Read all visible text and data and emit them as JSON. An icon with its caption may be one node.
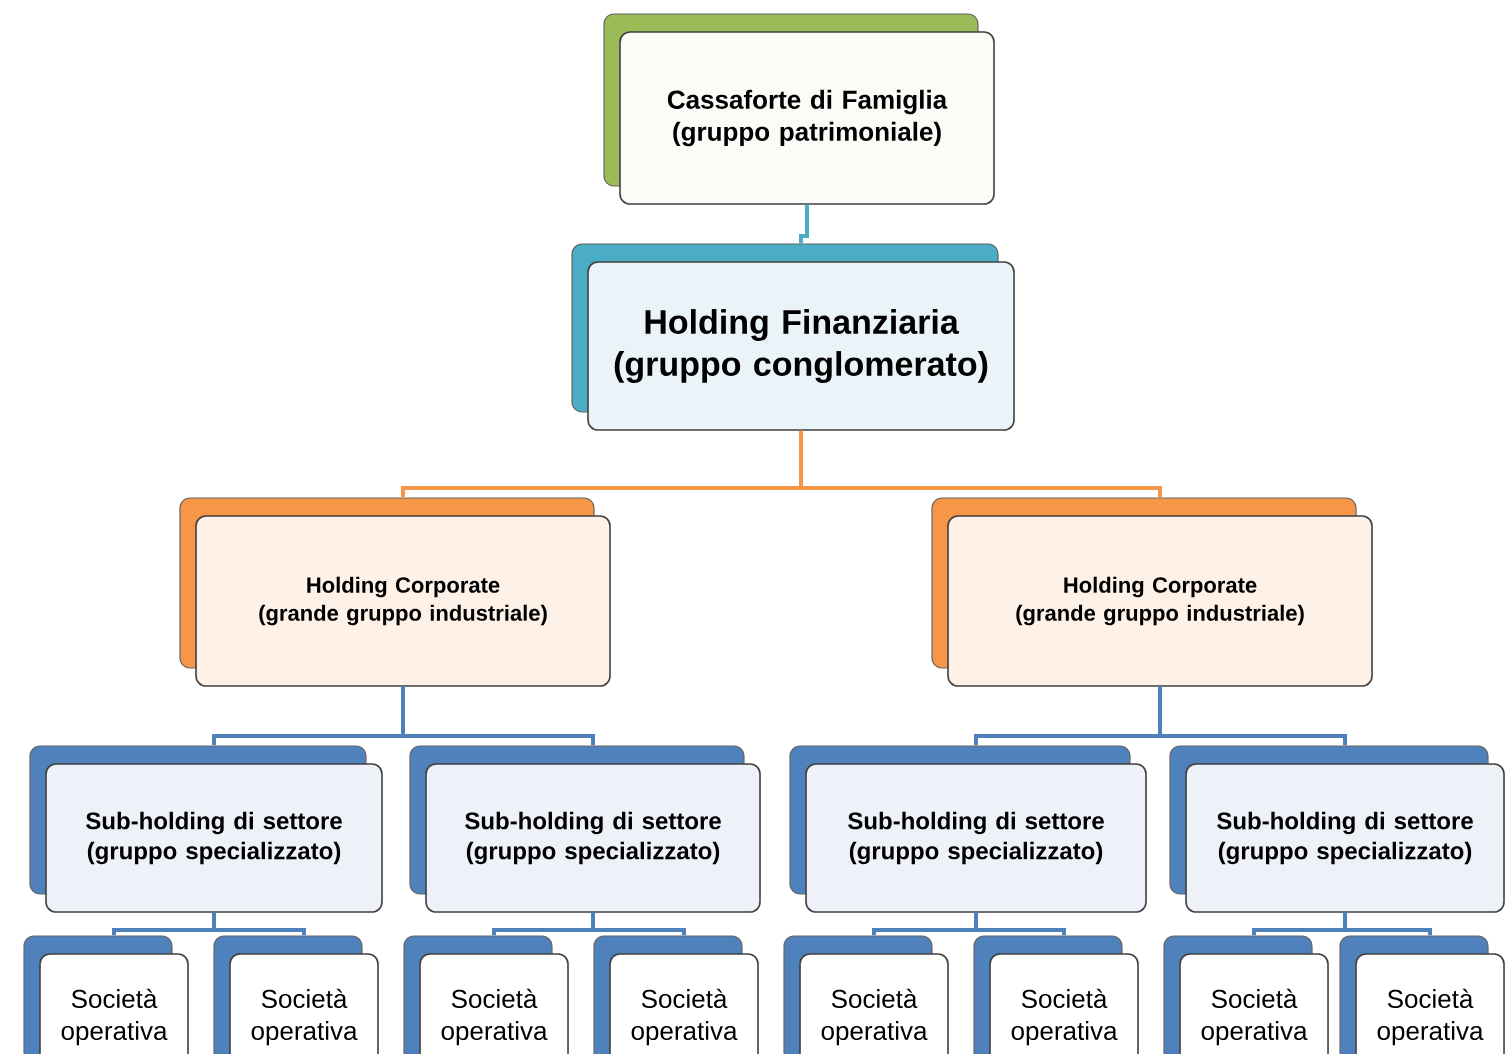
{
  "diagram": {
    "nodes": [
      {
        "text": [
          "Cassaforte di Famiglia",
          "(gruppo patrimoniale)"
        ]
      },
      {
        "text": [
          "Holding Finanziaria",
          "(gruppo conglomerato)"
        ]
      },
      {
        "text": [
          "Holding Corporate",
          "(grande gruppo industriale)"
        ]
      },
      {
        "text": [
          "Holding Corporate",
          "(grande gruppo industriale)"
        ]
      },
      {
        "text": [
          "Sub-holding di settore",
          "(gruppo specializzato)"
        ]
      },
      {
        "text": [
          "Sub-holding di settore",
          "(gruppo specializzato)"
        ]
      },
      {
        "text": [
          "Sub-holding di settore",
          "(gruppo specializzato)"
        ]
      },
      {
        "text": [
          "Sub-holding di settore",
          "(gruppo specializzato)"
        ]
      },
      {
        "text": [
          "Società operativa"
        ]
      },
      {
        "text": [
          "Società operativa"
        ]
      },
      {
        "text": [
          "Società operativa"
        ]
      },
      {
        "text": [
          "Società operativa"
        ]
      },
      {
        "text": [
          "Società operativa"
        ]
      },
      {
        "text": [
          "Società operativa"
        ]
      },
      {
        "text": [
          "Società operativa"
        ]
      },
      {
        "text": [
          "Società operativa"
        ]
      }
    ],
    "edges": [
      {
        "from": 0,
        "to": 1,
        "arrow": "none",
        "color": "#4bacc6"
      },
      {
        "from": 1,
        "to": 2,
        "arrow": "none",
        "color": "#f79646"
      },
      {
        "from": 1,
        "to": 3,
        "arrow": "none",
        "color": "#f79646"
      },
      {
        "from": 2,
        "to": 4,
        "arrow": "none"
      },
      {
        "from": 2,
        "to": 5,
        "arrow": "none"
      },
      {
        "from": 3,
        "to": 6,
        "arrow": "none"
      },
      {
        "from": 3,
        "to": 7,
        "arrow": "none"
      },
      {
        "from": 4,
        "to": 8,
        "arrow": "none"
      },
      {
        "from": 4,
        "to": 9,
        "arrow": "none"
      },
      {
        "from": 5,
        "to": 10,
        "arrow": "none"
      },
      {
        "from": 5,
        "to": 11,
        "arrow": "none"
      },
      {
        "from": 6,
        "to": 12,
        "arrow": "none"
      },
      {
        "from": 6,
        "to": 13,
        "arrow": "none"
      },
      {
        "from": 7,
        "to": 14,
        "arrow": "none"
      },
      {
        "from": 7,
        "to": 15,
        "arrow": "none"
      }
    ]
  }
}
